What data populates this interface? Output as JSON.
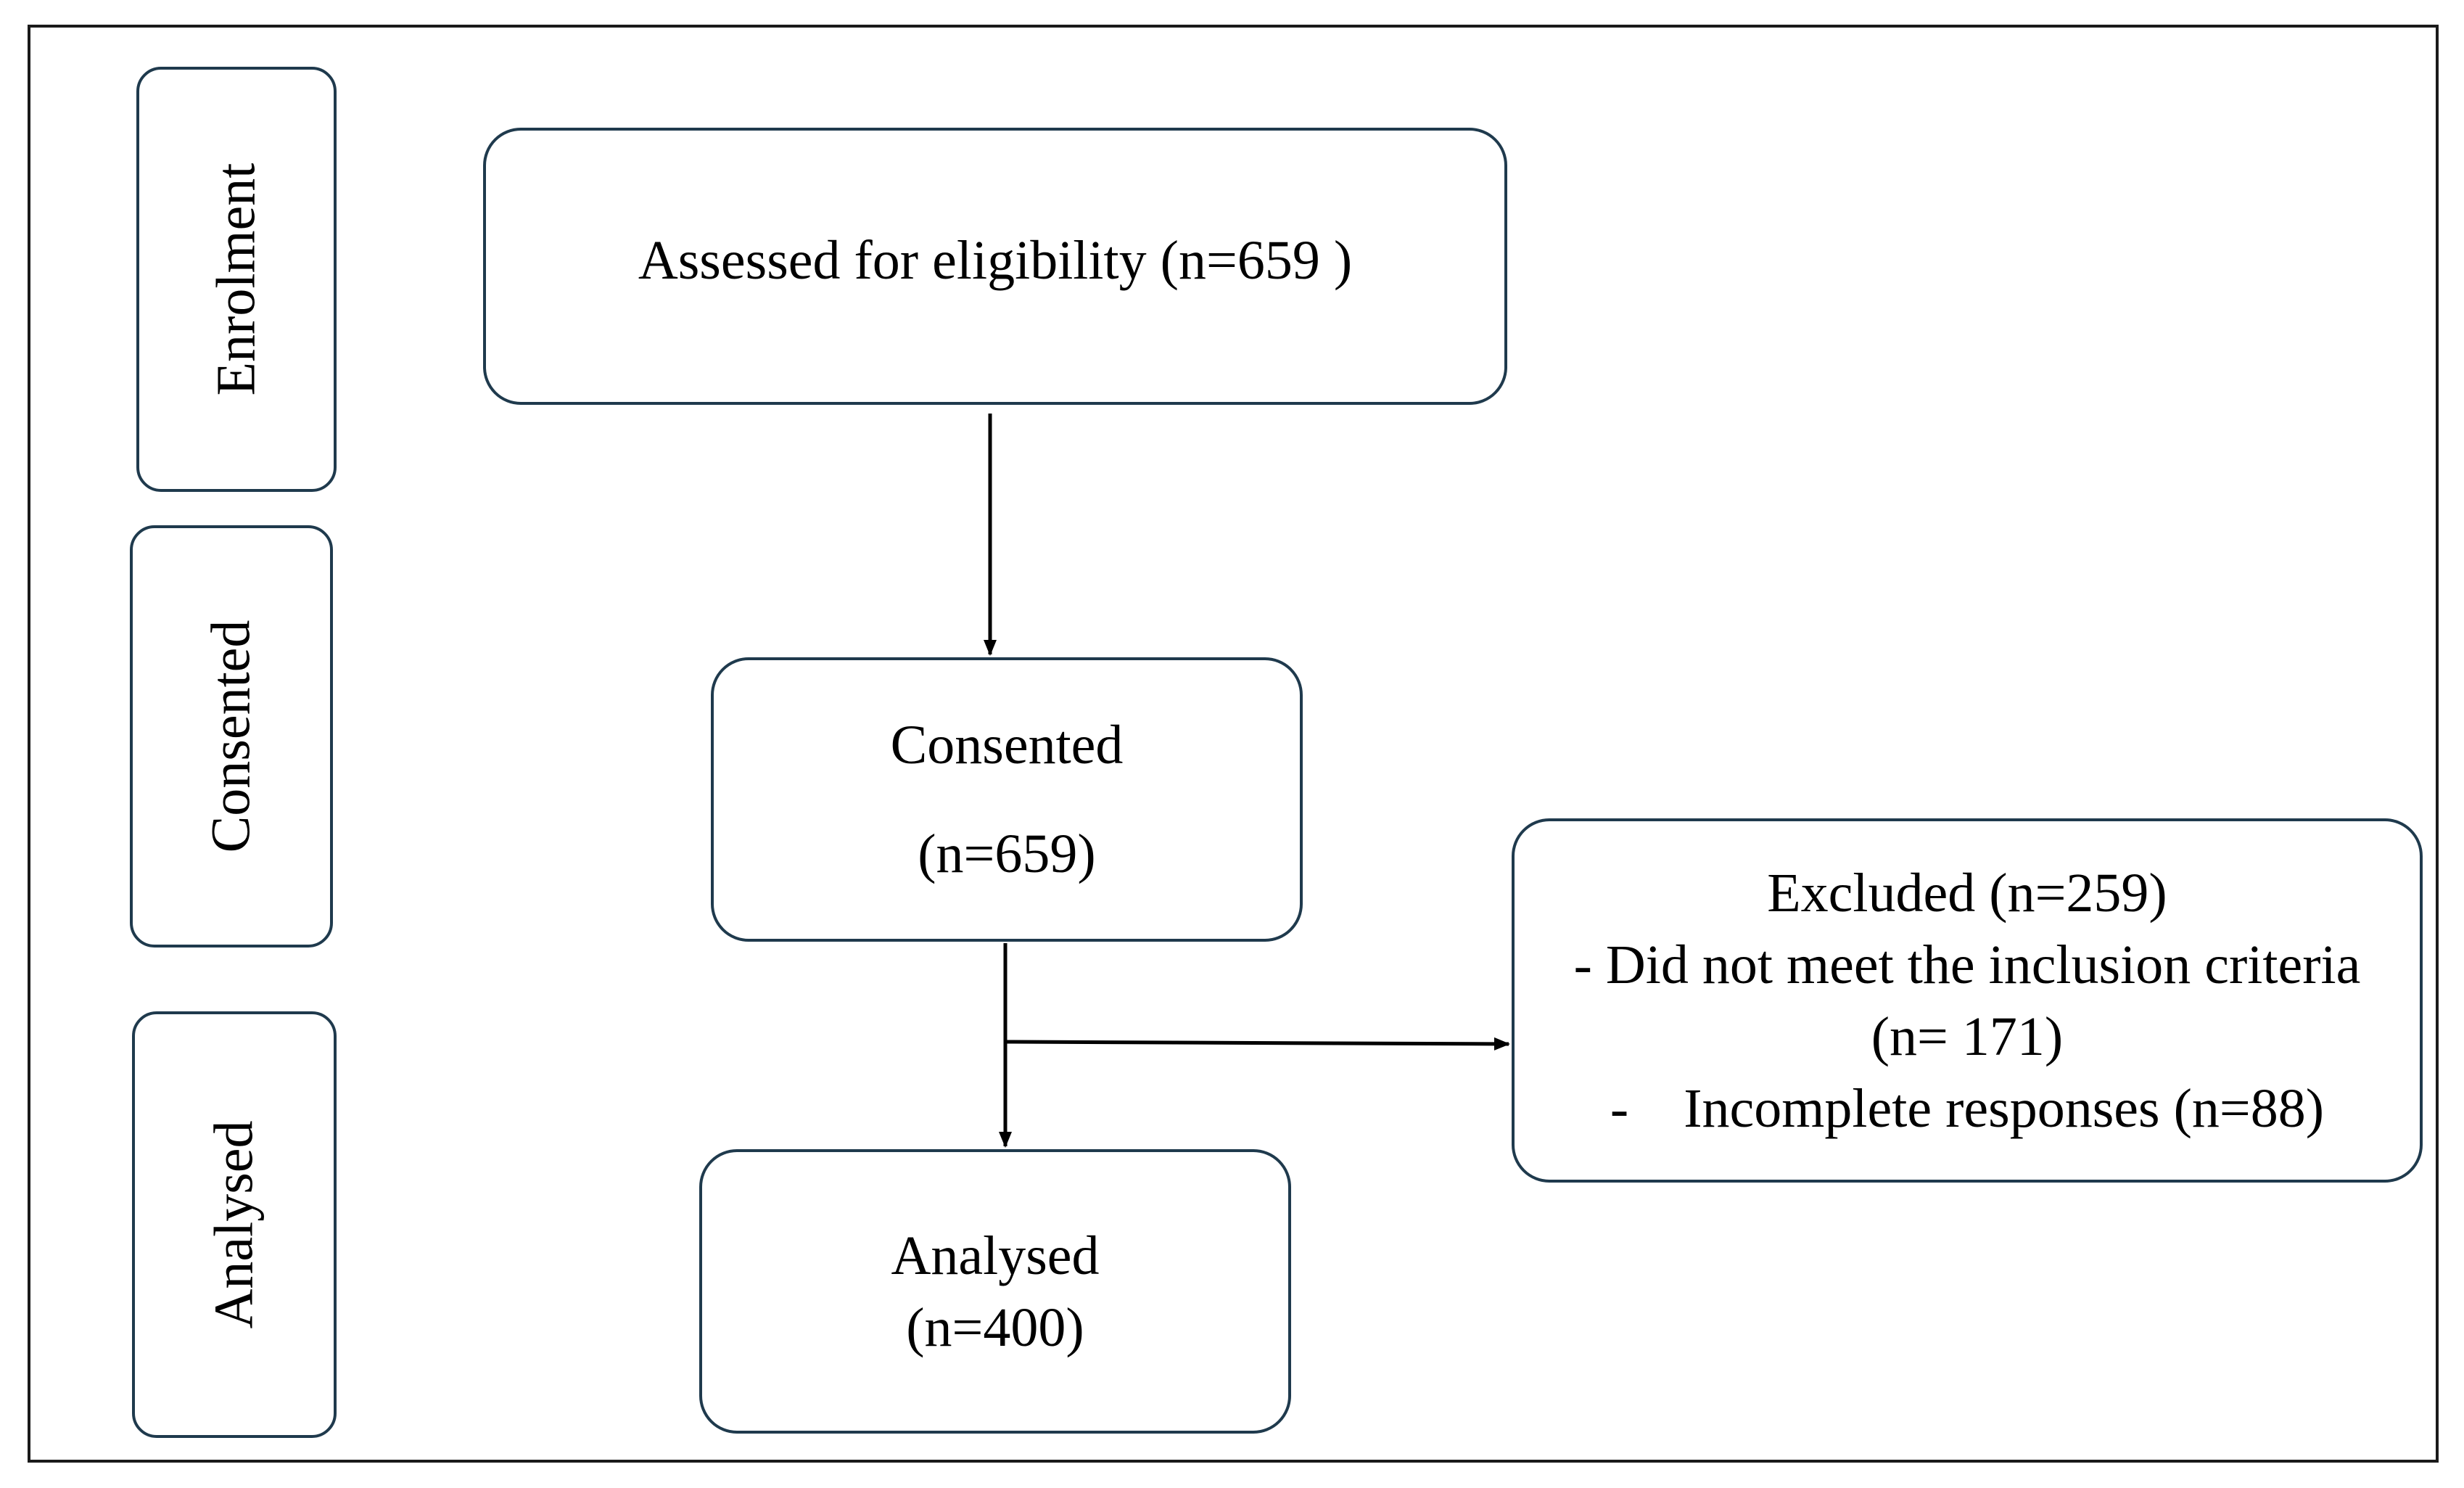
{
  "stages": {
    "enrolment": "Enrolment",
    "consented": "Consented",
    "analysed": "Analysed"
  },
  "boxes": {
    "assessed": "Assessed for eligibility (n=659 )",
    "consented": {
      "title": "Consented",
      "count": "(n=659)"
    },
    "excluded": {
      "title": "Excluded (n=259)",
      "reason1": "- Did not meet the inclusion criteria",
      "reason1_count": "(n= 171)",
      "reason2": "-    Incomplete responses (n=88)"
    },
    "analysed": {
      "title": "Analysed",
      "count": "(n=400)"
    }
  },
  "colors": {
    "box_border": "#1f3a4d",
    "frame_border": "#1a1a1a",
    "arrow": "#000000"
  }
}
